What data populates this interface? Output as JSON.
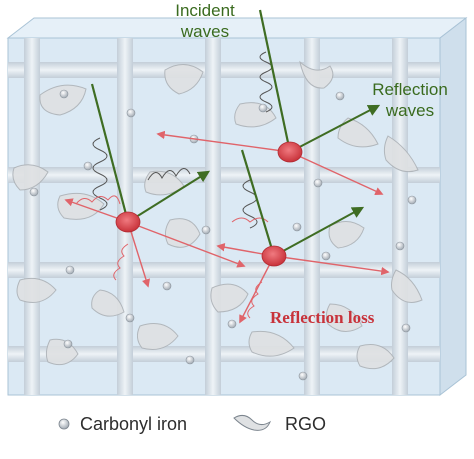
{
  "labels": {
    "incident_line1": "Incident",
    "incident_line2": "waves",
    "reflection_line1": "Reflection",
    "reflection_line2": "waves",
    "reflection_loss": "Reflection loss"
  },
  "legend": {
    "carbonyl_iron": "Carbonyl iron",
    "rgo": "RGO"
  },
  "colors": {
    "box_face": "#dbe9f4",
    "grid_bar": "#d3dee8",
    "incident_arrow": "#3f6d23",
    "reflection_arrow": "#3f6d23",
    "loss_arrow": "#e0646a",
    "scatter_center": "#d9535a",
    "sheet_fill": "#dfe1e3",
    "particle": "#c9ced4"
  }
}
